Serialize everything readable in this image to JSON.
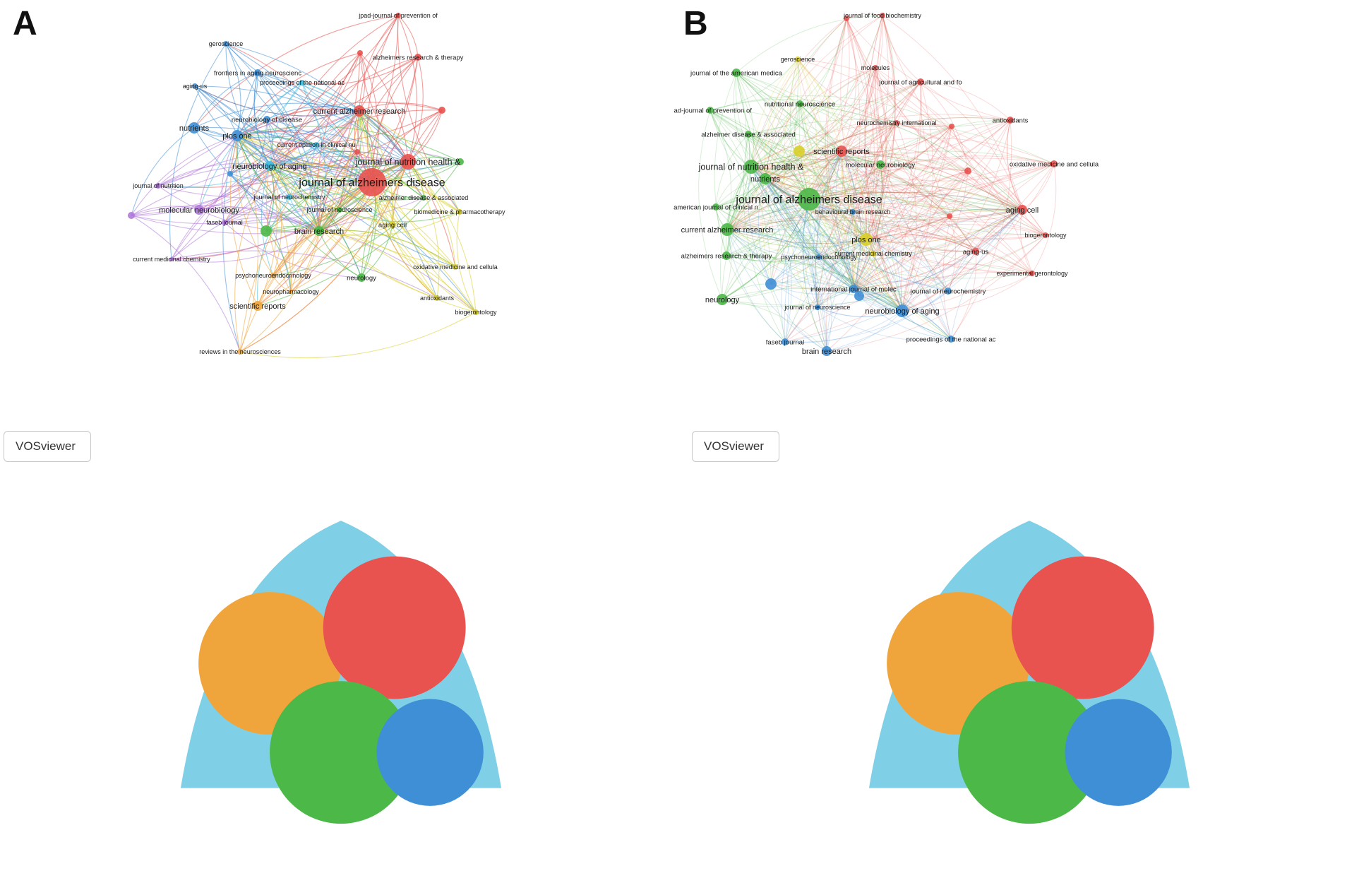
{
  "colors": {
    "red": "#e8524f",
    "green": "#4cb848",
    "blue": "#3f8fd6",
    "cyan": "#41c0df",
    "purple": "#b07ad9",
    "yellow": "#d8cf2a",
    "orange": "#f0a53c"
  },
  "badge": {
    "text": "VOSviewer",
    "icon": "vosviewer-logo-icon"
  },
  "panels": [
    {
      "letter": "A",
      "nodes": [
        {
          "label": "journal of alzheimers disease",
          "c": "red",
          "s": 20
        },
        {
          "label": "journal of nutrition health &",
          "c": "red",
          "s": 11
        },
        {
          "label": "current alzheimer research",
          "c": "red",
          "s": 8
        },
        {
          "label": "alzheimers research & therapy",
          "c": "red",
          "s": 5
        },
        {
          "label": "jpad-journal of prevention of",
          "c": "red",
          "s": 4
        },
        {
          "label": "",
          "c": "red",
          "s": 4
        },
        {
          "label": "",
          "c": "red",
          "s": 5
        },
        {
          "label": "",
          "c": "red",
          "s": 4
        },
        {
          "label": "plos one",
          "c": "blue",
          "s": 8
        },
        {
          "label": "nutrients",
          "c": "blue",
          "s": 8
        },
        {
          "label": "aging-us",
          "c": "blue",
          "s": 4
        },
        {
          "label": "geroscience",
          "c": "blue",
          "s": 4
        },
        {
          "label": "frontiers in aging neuroscienc",
          "c": "blue",
          "s": 5
        },
        {
          "label": "neurobiology of disease",
          "c": "blue",
          "s": 5
        },
        {
          "label": "",
          "c": "blue",
          "s": 4
        },
        {
          "label": "proceedings of the national ac",
          "c": "cyan",
          "s": 4
        },
        {
          "label": "neurobiology of aging",
          "c": "cyan",
          "s": 7
        },
        {
          "label": "current opinion in clinical nu",
          "c": "cyan",
          "s": 4
        },
        {
          "label": "journal of neurochemistry",
          "c": "cyan",
          "s": 4
        },
        {
          "label": "journal of nutrition",
          "c": "purple",
          "s": 4
        },
        {
          "label": "molecular neurobiology",
          "c": "purple",
          "s": 7
        },
        {
          "label": "faseb journal",
          "c": "purple",
          "s": 4
        },
        {
          "label": "current medicinal chemistry",
          "c": "purple",
          "s": 3
        },
        {
          "label": "",
          "c": "purple",
          "s": 5
        },
        {
          "label": "brain research",
          "c": "green",
          "s": 7
        },
        {
          "label": "",
          "c": "green",
          "s": 8
        },
        {
          "label": "journal of neuroscience",
          "c": "green",
          "s": 4
        },
        {
          "label": "alzheimer disease & associated",
          "c": "green",
          "s": 4
        },
        {
          "label": "neurology",
          "c": "green",
          "s": 6
        },
        {
          "label": "",
          "c": "green",
          "s": 5
        },
        {
          "label": "aging cell",
          "c": "yellow",
          "s": 5
        },
        {
          "label": "biomedicine & pharmacotherapy",
          "c": "yellow",
          "s": 4
        },
        {
          "label": "oxidative medicine and cellula",
          "c": "yellow",
          "s": 4
        },
        {
          "label": "antioxidants",
          "c": "yellow",
          "s": 4
        },
        {
          "label": "biogerontology",
          "c": "yellow",
          "s": 4
        },
        {
          "label": "scientific reports",
          "c": "orange",
          "s": 7
        },
        {
          "label": "psychoneuroendocrinology",
          "c": "orange",
          "s": 4
        },
        {
          "label": "neuropharmacology",
          "c": "orange",
          "s": 3
        },
        {
          "label": "reviews in the neurosciences",
          "c": "orange",
          "s": 4
        }
      ]
    },
    {
      "letter": "B",
      "nodes": [
        {
          "label": "journal of alzheimers disease",
          "c": "green",
          "s": 16
        },
        {
          "label": "journal of nutrition health &",
          "c": "green",
          "s": 10
        },
        {
          "label": "current alzheimer research",
          "c": "green",
          "s": 9
        },
        {
          "label": "nutrients",
          "c": "green",
          "s": 8
        },
        {
          "label": "neurology",
          "c": "green",
          "s": 8
        },
        {
          "label": "alzheimers research & therapy",
          "c": "green",
          "s": 6
        },
        {
          "label": "american journal of clinical n",
          "c": "green",
          "s": 5
        },
        {
          "label": "journal of the american medica",
          "c": "green",
          "s": 6
        },
        {
          "label": "jpad-journal of prevention of",
          "c": "green",
          "s": 5
        },
        {
          "label": "nutritional neuroscience",
          "c": "green",
          "s": 5
        },
        {
          "label": "alzheimer disease & associated",
          "c": "green",
          "s": 5
        },
        {
          "label": "molecular neurobiology",
          "c": "green",
          "s": 6
        },
        {
          "label": "scientific reports",
          "c": "red",
          "s": 8
        },
        {
          "label": "journal of food biochemistry",
          "c": "red",
          "s": 4
        },
        {
          "label": "molecules",
          "c": "red",
          "s": 4
        },
        {
          "label": "journal of agricultural and fo",
          "c": "red",
          "s": 5
        },
        {
          "label": "neurochemistry international",
          "c": "red",
          "s": 4
        },
        {
          "label": "antioxidants",
          "c": "red",
          "s": 5
        },
        {
          "label": "oxidative medicine and cellula",
          "c": "red",
          "s": 5
        },
        {
          "label": "aging cell",
          "c": "red",
          "s": 7
        },
        {
          "label": "biogerontology",
          "c": "red",
          "s": 4
        },
        {
          "label": "aging-us",
          "c": "red",
          "s": 5
        },
        {
          "label": "experimental gerontology",
          "c": "red",
          "s": 4
        },
        {
          "label": "",
          "c": "red",
          "s": 4
        },
        {
          "label": "",
          "c": "red",
          "s": 4
        },
        {
          "label": "",
          "c": "red",
          "s": 5
        },
        {
          "label": "",
          "c": "red",
          "s": 4
        },
        {
          "label": "plos one",
          "c": "yellow",
          "s": 9
        },
        {
          "label": "geroscience",
          "c": "yellow",
          "s": 4
        },
        {
          "label": "current medicinal chemistry",
          "c": "yellow",
          "s": 4
        },
        {
          "label": "",
          "c": "yellow",
          "s": 8
        },
        {
          "label": "neurobiology of aging",
          "c": "blue",
          "s": 9
        },
        {
          "label": "brain research",
          "c": "blue",
          "s": 7
        },
        {
          "label": "international journal of molec",
          "c": "blue",
          "s": 6
        },
        {
          "label": "journal of neurochemistry",
          "c": "blue",
          "s": 5
        },
        {
          "label": "behavioural brain research",
          "c": "blue",
          "s": 4
        },
        {
          "label": "psychoneuroendocrinology",
          "c": "blue",
          "s": 4
        },
        {
          "label": "journal of neuroscience",
          "c": "blue",
          "s": 4
        },
        {
          "label": "faseb journal",
          "c": "blue",
          "s": 5
        },
        {
          "label": "proceedings of the national ac",
          "c": "blue",
          "s": 5
        },
        {
          "label": "",
          "c": "blue",
          "s": 8
        },
        {
          "label": "",
          "c": "blue",
          "s": 7
        }
      ]
    }
  ]
}
